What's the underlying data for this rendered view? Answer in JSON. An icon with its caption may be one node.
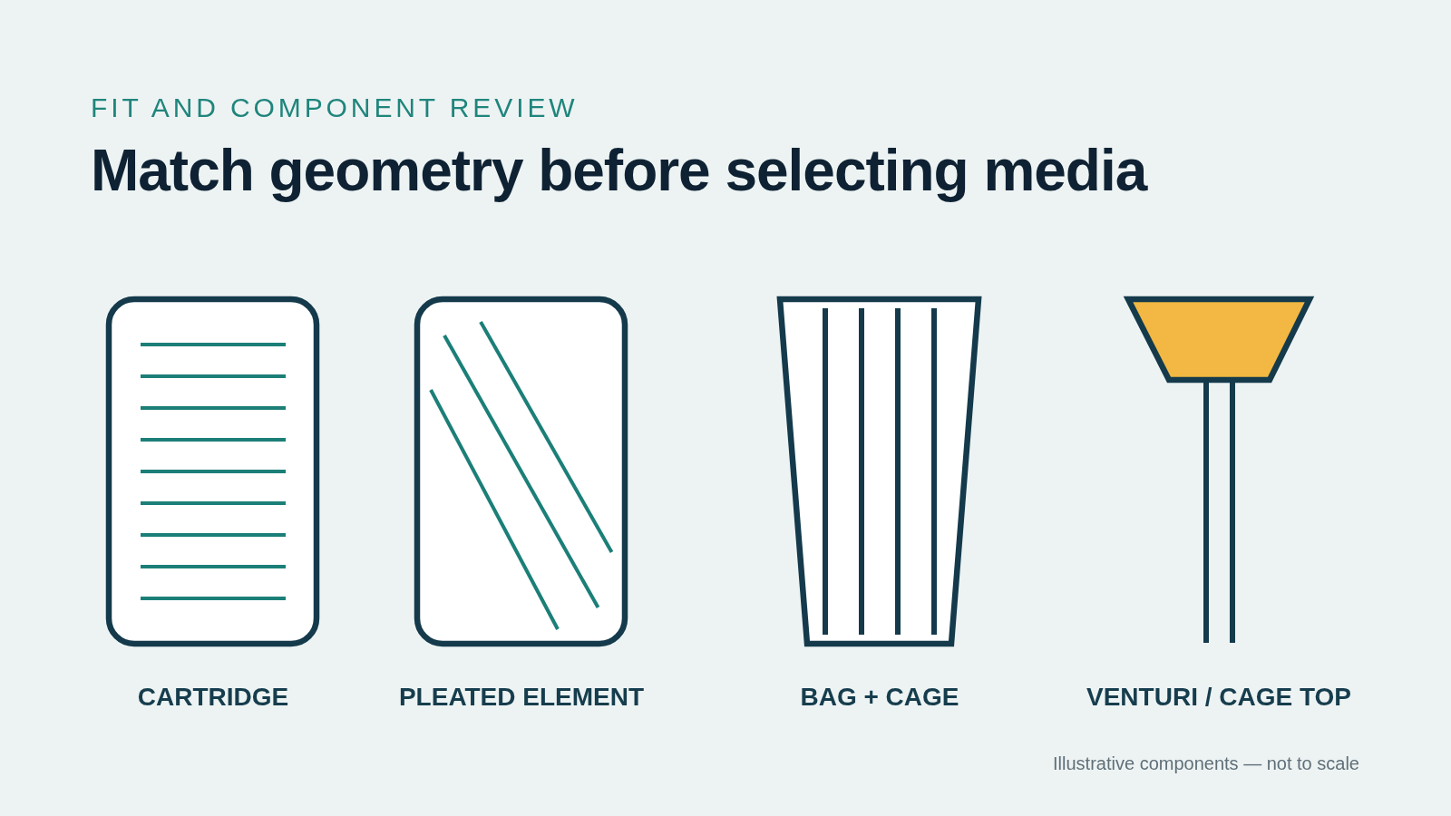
{
  "diagram": {
    "title": "Match geometry before selecting media",
    "caption": "Illustrative components — not to scale",
    "nodes": [
      {
        "text": [
          "CARTRIDGE"
        ]
      },
      {
        "text": [
          "PLEATED ELEMENT"
        ]
      },
      {
        "text": [
          "BAG + CAGE"
        ]
      },
      {
        "text": [
          "VENTURI / CAGE TOP"
        ]
      }
    ],
    "labels": [
      "FIT AND COMPONENT REVIEW"
    ]
  }
}
